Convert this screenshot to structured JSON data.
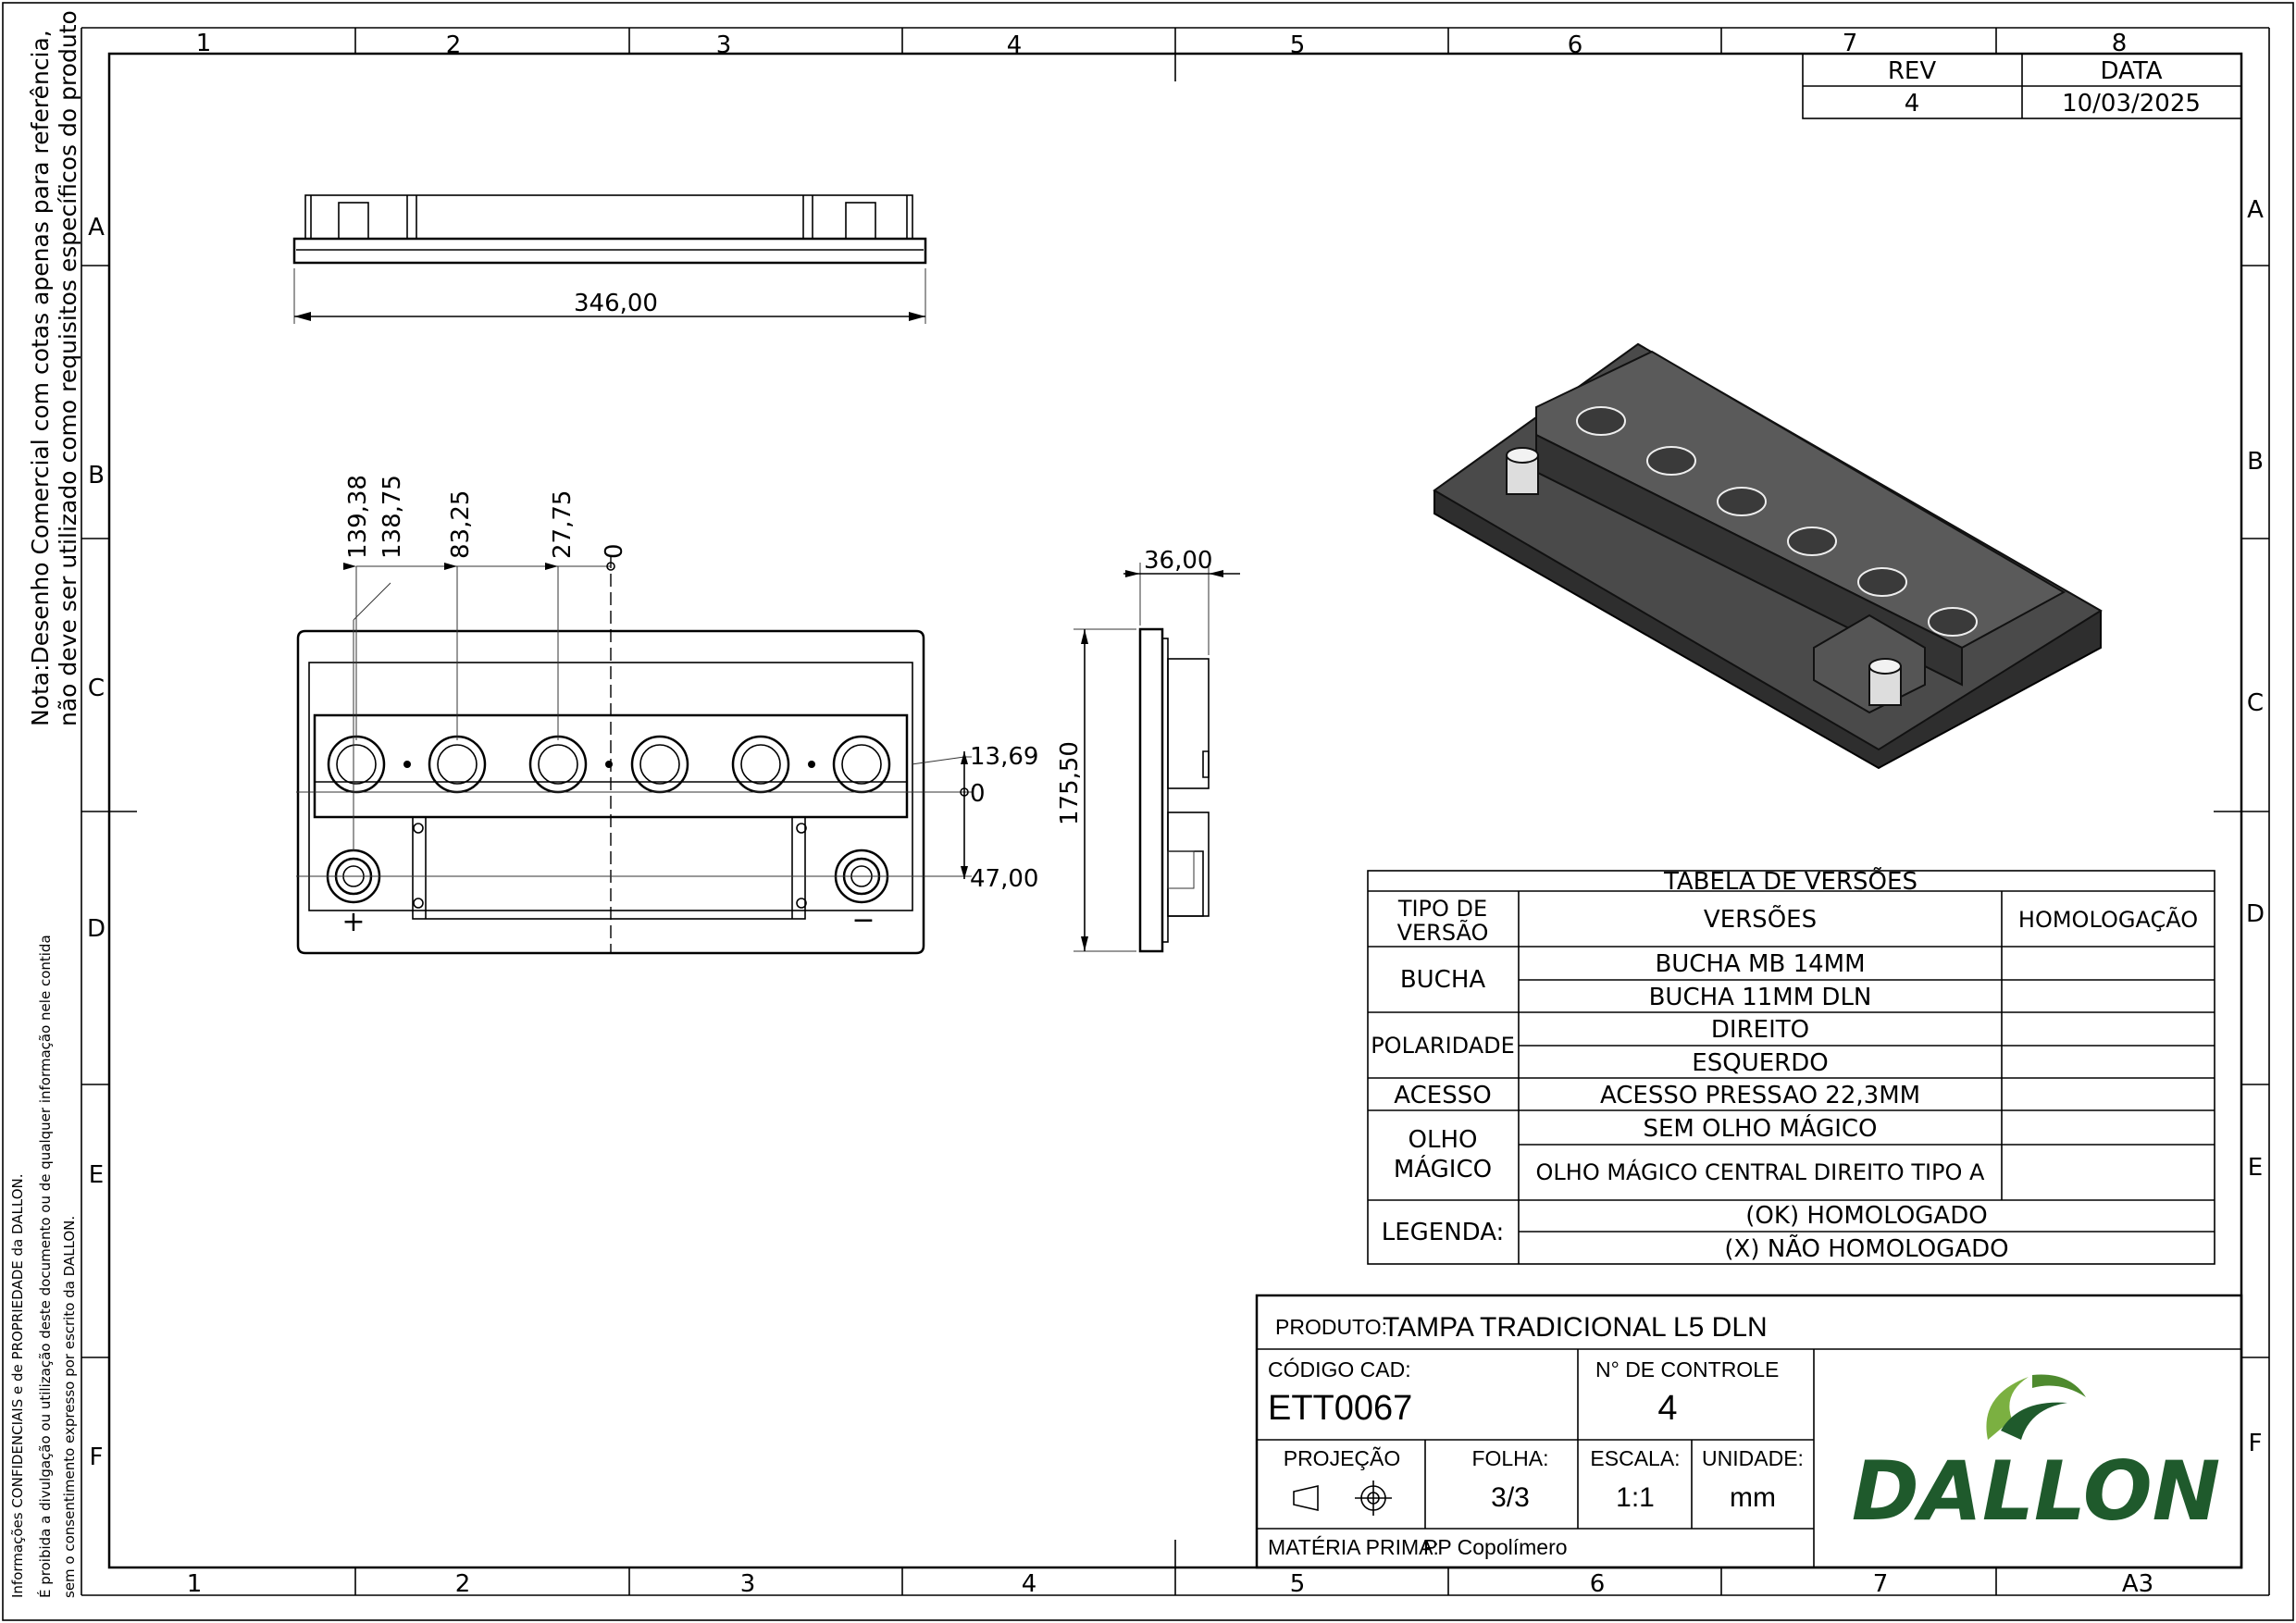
{
  "notes": {
    "reference_line1": "Nota:Desenho Comercial com cotas apenas para referência,",
    "reference_line2": "não deve ser utilizado como requisitos específicos do produto",
    "confidential_line1": "Informações CONFIDENCIAIS e de PROPRIEDADE da DALLON.",
    "confidential_line2": "É proibida a divulgação ou utilização deste documento ou de qualquer informação nele contida",
    "confidential_line3": "sem o consentimento expresso por escrito da DALLON."
  },
  "zones": {
    "columns_top": [
      "1",
      "2",
      "3",
      "4",
      "5",
      "6",
      "7",
      "8"
    ],
    "columns_bottom": [
      "1",
      "2",
      "3",
      "4",
      "5",
      "6",
      "7",
      "A3"
    ],
    "rows_left": [
      "A",
      "B",
      "C",
      "D",
      "E",
      "F"
    ],
    "rows_right": [
      "A",
      "B",
      "C",
      "D",
      "E",
      "F"
    ]
  },
  "revision": {
    "rev_header": "REV",
    "date_header": "DATA",
    "rev_value": "4",
    "date_value": "10/03/2025"
  },
  "dimensions": {
    "length": "346,00",
    "x_139": "139,38",
    "x_138": "138,75",
    "x_83": "83,25",
    "x_27": "27,75",
    "x_0": "0",
    "y_13": "13,69",
    "y_0": "0",
    "y_47": "47,00",
    "height": "36,00",
    "width": "175,50"
  },
  "polarity_marks": {
    "positive": "+",
    "negative": "−"
  },
  "versions_table": {
    "title": "TABELA DE VERSÕES",
    "col_type_line1": "TIPO DE",
    "col_type_line2": "VERSÃO",
    "col_versions": "VERSÕES",
    "col_homologation": "HOMOLOGAÇÃO",
    "groups": [
      {
        "label": "BUCHA",
        "items": [
          "BUCHA MB 14MM",
          "BUCHA 11MM DLN"
        ]
      },
      {
        "label": "POLARIDADE",
        "items": [
          "DIREITO",
          "ESQUERDO"
        ]
      },
      {
        "label": "ACESSO",
        "items": [
          "ACESSO PRESSAO 22,3MM"
        ]
      },
      {
        "label_line1": "OLHO",
        "label_line2": "MÁGICO",
        "items": [
          "SEM OLHO MÁGICO",
          "OLHO MÁGICO CENTRAL DIREITO TIPO A"
        ]
      }
    ],
    "legend_label": "LEGENDA:",
    "legend_items": [
      "(OK) HOMOLOGADO",
      "(X) NÃO HOMOLOGADO"
    ]
  },
  "title_block": {
    "product_label": "PRODUTO:",
    "product_value": "TAMPA TRADICIONAL L5 DLN",
    "cad_label": "CÓDIGO CAD:",
    "cad_value": "ETT0067",
    "control_label": "N° DE CONTROLE",
    "control_value": "4",
    "projection_label": "PROJEÇÃO",
    "sheet_label": "FOLHA:",
    "sheet_value": "3/3",
    "scale_label": "ESCALA:",
    "scale_value": "1:1",
    "unit_label": "UNIDADE:",
    "unit_value": "mm",
    "material_label": "MATÉRIA PRIMA:",
    "material_value": "PP Copolímero",
    "logo_text": "DALLON"
  },
  "colors": {
    "logo_green": "#1f5a2c",
    "logo_light_green": "#7bb041",
    "line": "#000000",
    "part_gray": "#3c3c3c"
  }
}
